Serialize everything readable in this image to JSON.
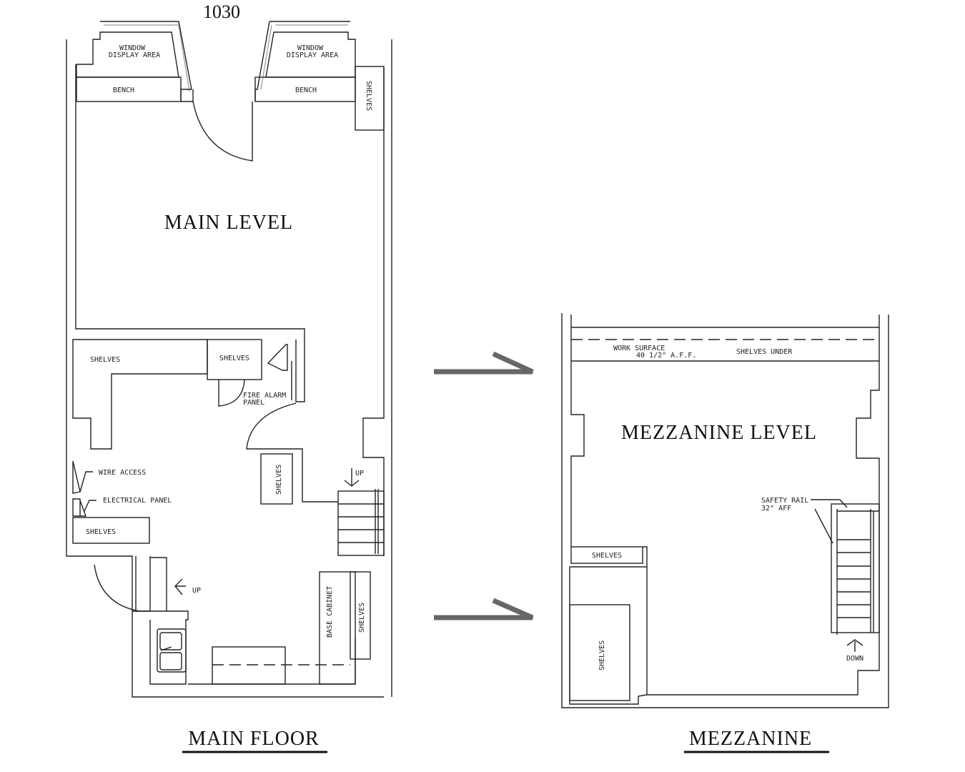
{
  "plan_number": "1030",
  "main_floor": {
    "title": "MAIN FLOOR",
    "room_label": "MAIN LEVEL",
    "window_left": [
      "WINDOW",
      "DISPLAY AREA"
    ],
    "window_right": [
      "WINDOW",
      "DISPLAY AREA"
    ],
    "bench_left": "BENCH",
    "bench_right": "BENCH",
    "shelves_front": "SHELVES",
    "shelves_back_left": "SHELVES",
    "shelves_closet": "SHELVES",
    "fire_alarm": [
      "FIRE ALARM",
      "PANEL"
    ],
    "wire_access": "WIRE ACCESS",
    "electrical_panel": "ELECTRICAL PANEL",
    "shelves_lower_left": "SHELVES",
    "shelves_mid": "SHELVES",
    "stair_up": "UP",
    "rear_up": "UP",
    "base_cabinet": "BASE CABINET",
    "shelves_rear": "SHELVES"
  },
  "mezzanine": {
    "title": "MEZZANINE",
    "room_label": "MEZZANINE LEVEL",
    "work_surface": [
      "WORK SURFACE",
      "40 1/2\" A.F.F."
    ],
    "shelves_under": "SHELVES UNDER",
    "safety_rail": [
      "SAFETY RAIL",
      "32\" AFF"
    ],
    "shelves_top": "SHELVES",
    "shelves_tall": "SHELVES",
    "stair_down": "DOWN"
  },
  "colors": {
    "line": "#222222",
    "arrow": "#666666"
  }
}
